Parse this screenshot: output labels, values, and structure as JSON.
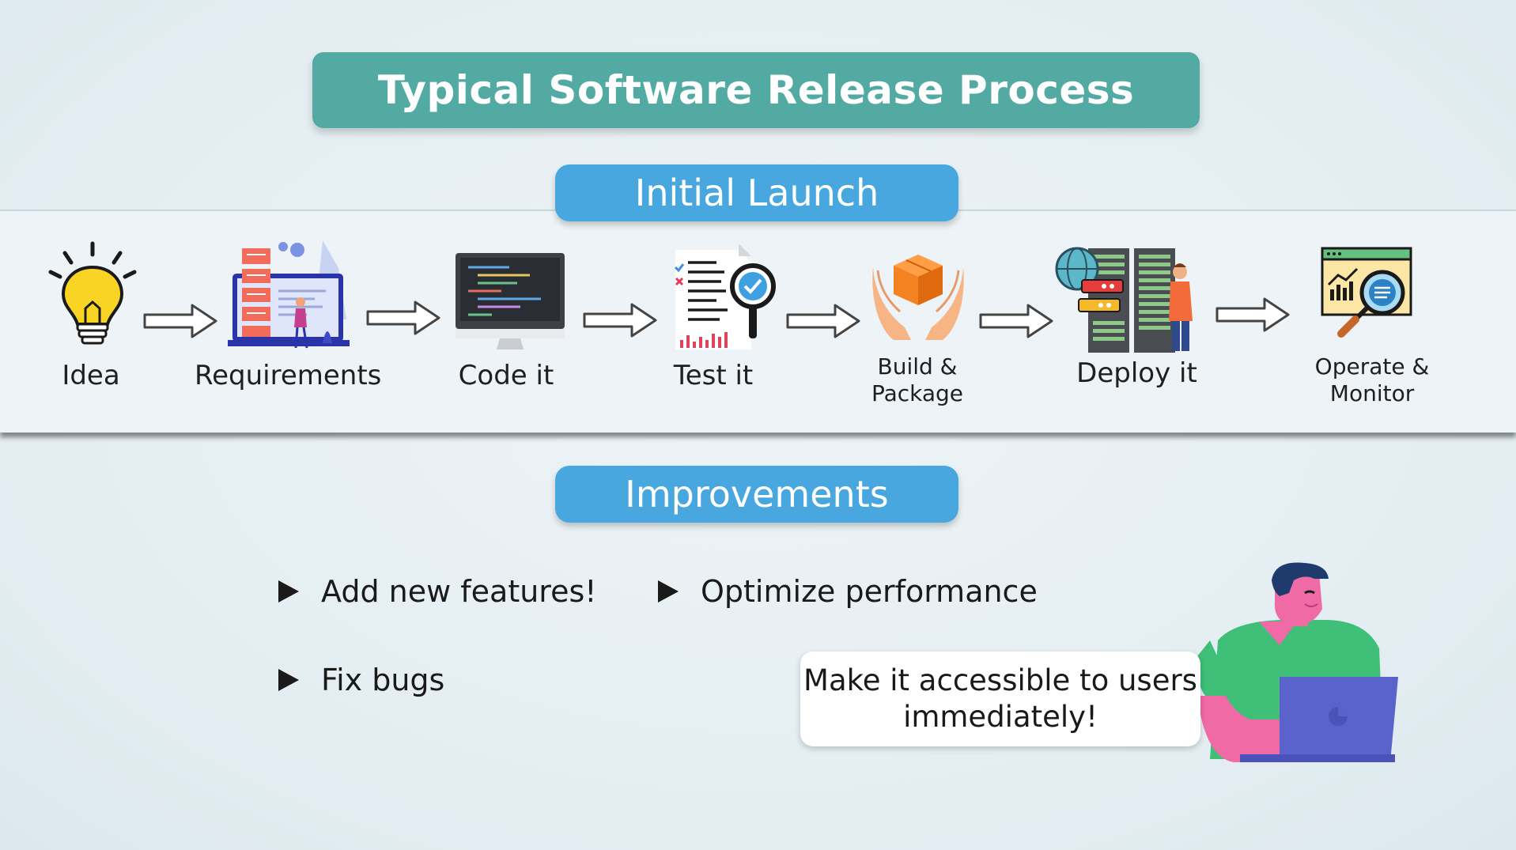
{
  "title": "Typical Software Release Process",
  "sections": {
    "initial_launch": "Initial Launch",
    "improvements": "Improvements"
  },
  "steps": [
    {
      "label": "Idea",
      "icon": "lightbulb-icon"
    },
    {
      "label": "Requirements",
      "icon": "requirements-laptop-icon"
    },
    {
      "label": "Code it",
      "icon": "code-monitor-icon"
    },
    {
      "label": "Test it",
      "icon": "test-report-magnifier-icon"
    },
    {
      "label": "Build &\nPackage",
      "icon": "hands-package-icon"
    },
    {
      "label": "Deploy it",
      "icon": "server-rack-icon"
    },
    {
      "label": "Operate &\nMonitor",
      "icon": "monitor-magnifier-icon"
    }
  ],
  "bullets": [
    "Add new features!",
    "Optimize performance",
    "Fix bugs"
  ],
  "bubble_text": "Make it accessible to users immediately!",
  "colors": {
    "title_bg": "#52aaa3",
    "pill_bg": "#47a7de",
    "band_bg": "#edf3f6"
  }
}
